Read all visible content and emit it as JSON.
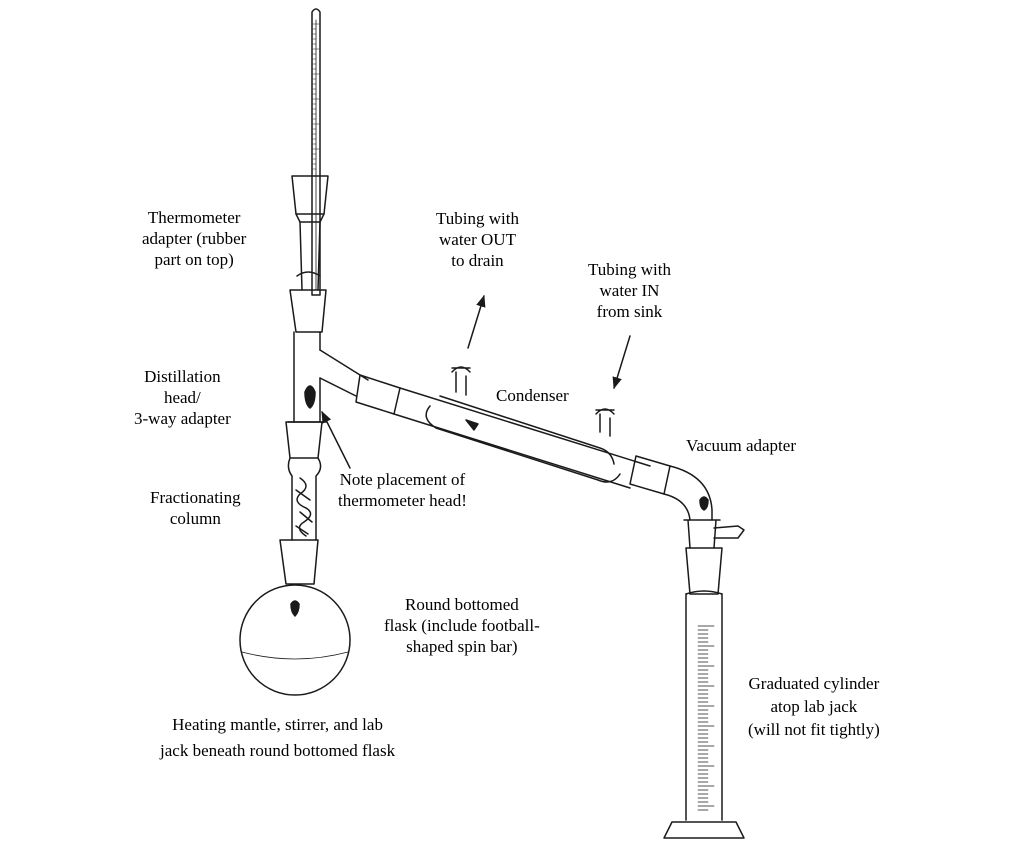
{
  "labels": {
    "thermometer_adapter": [
      "Thermometer",
      "adapter (rubber",
      "part on top)"
    ],
    "distillation_head": [
      "Distillation",
      "head/",
      "3-way adapter"
    ],
    "fractionating_column": [
      "Fractionating",
      "column"
    ],
    "water_out": [
      "Tubing with",
      "water OUT",
      "to drain"
    ],
    "water_in": [
      "Tubing with",
      "water IN",
      "from sink"
    ],
    "condenser": "Condenser",
    "vacuum_adapter": "Vacuum adapter",
    "note_placement": [
      "Note placement of",
      "thermometer head!"
    ],
    "round_flask": [
      "Round bottomed",
      "flask (include football-",
      "shaped spin bar)"
    ],
    "heating_mantle": [
      "Heating mantle, stirrer, and lab",
      "jack beneath round bottomed flask"
    ],
    "graduated_cylinder": [
      "Graduated cylinder",
      "atop lab jack",
      "(will not fit tightly)"
    ]
  },
  "colors": {
    "line": "#1a1a1a",
    "background": "#ffffff"
  }
}
